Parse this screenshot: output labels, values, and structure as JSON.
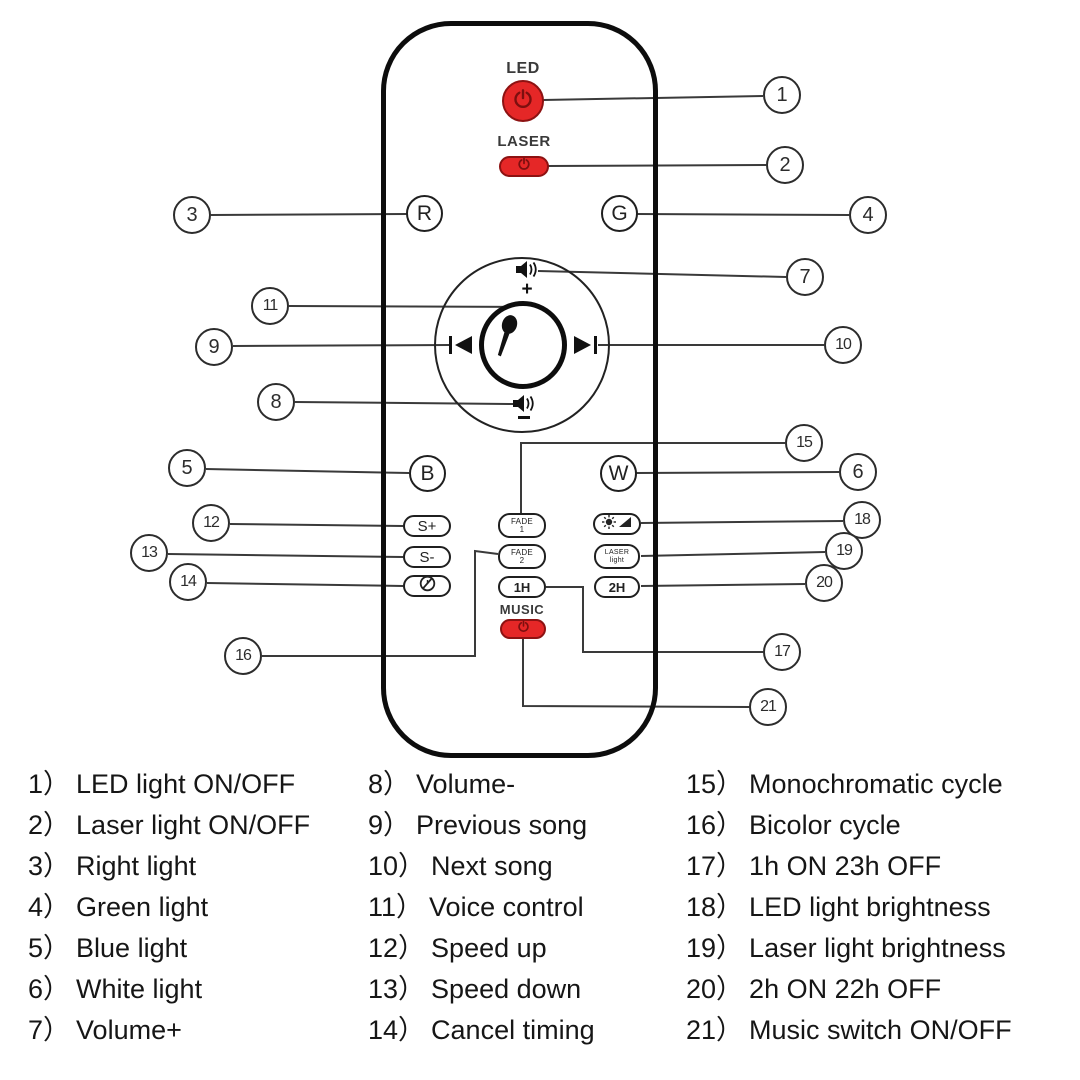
{
  "colors": {
    "accent_red": "#e52727",
    "red_outline": "#8d1212",
    "body_outline": "#0d0d0d",
    "callout_line": "#3a3a3a",
    "text": "#161616"
  },
  "remote": {
    "led_label": "LED",
    "laser_label": "LASER",
    "music_label": "MUSIC",
    "buttons": {
      "r": "R",
      "g": "G",
      "b": "B",
      "w": "W",
      "s_plus": "S+",
      "s_minus": "S-",
      "fade1_line1": "FADE",
      "fade1_line2": "1",
      "fade2_line1": "FADE",
      "fade2_line2": "2",
      "one_h": "1H",
      "two_h": "2H",
      "laser_light_line1": "LASER",
      "laser_light_line2": "light"
    },
    "pad": {
      "volume_plus_sign": "+"
    },
    "icons": {
      "power": "⏻",
      "volume_up": "🔊",
      "volume_down": "🔊",
      "previous_track": "|◀",
      "next_track": "▶|",
      "microphone": "🎤",
      "brightness": "☀◢",
      "cancel_timing": "⊘"
    }
  },
  "callouts": [
    "1",
    "2",
    "3",
    "4",
    "5",
    "6",
    "7",
    "8",
    "9",
    "10",
    "11",
    "12",
    "13",
    "14",
    "15",
    "16",
    "17",
    "18",
    "19",
    "20",
    "21"
  ],
  "legend": {
    "columns": [
      {
        "items": [
          {
            "n": "1）",
            "t": "LED light ON/OFF"
          },
          {
            "n": "2）",
            "t": "Laser light ON/OFF"
          },
          {
            "n": "3）",
            "t": "Right light"
          },
          {
            "n": "4）",
            "t": "Green light"
          },
          {
            "n": "5）",
            "t": "Blue light"
          },
          {
            "n": "6）",
            "t": "White light"
          },
          {
            "n": "7）",
            "t": "Volume+"
          }
        ]
      },
      {
        "items": [
          {
            "n": "8）",
            "t": "Volume-"
          },
          {
            "n": "9）",
            "t": "Previous song"
          },
          {
            "n": "10）",
            "t": "Next song"
          },
          {
            "n": "11）",
            "t": "Voice control"
          },
          {
            "n": "12）",
            "t": "Speed up"
          },
          {
            "n": "13）",
            "t": "Speed down"
          },
          {
            "n": "14）",
            "t": "Cancel timing"
          }
        ]
      },
      {
        "items": [
          {
            "n": "15）",
            "t": "Monochromatic cycle"
          },
          {
            "n": "16）",
            "t": "Bicolor cycle"
          },
          {
            "n": "17）",
            "t": "1h ON 23h OFF"
          },
          {
            "n": "18）",
            "t": "LED light brightness"
          },
          {
            "n": "19）",
            "t": "Laser light brightness"
          },
          {
            "n": "20）",
            "t": "2h ON 22h OFF"
          },
          {
            "n": "21）",
            "t": "Music switch ON/OFF"
          }
        ]
      }
    ]
  }
}
